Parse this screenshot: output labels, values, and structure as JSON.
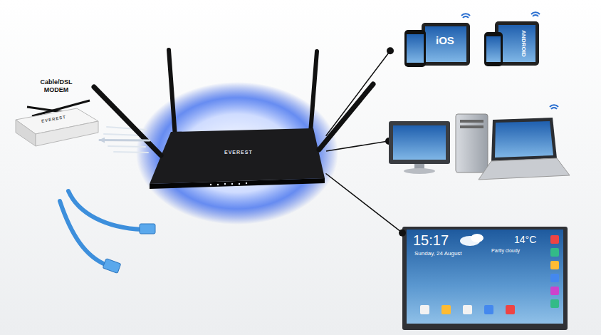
{
  "diagram": {
    "nodes": [
      {
        "text": [
          "Cable/DSL MODEM",
          "EVEREST"
        ]
      },
      {
        "text": [
          "EVEREST"
        ]
      },
      {
        "text": [
          "iOS"
        ]
      },
      {
        "text": [
          "ANDROID"
        ]
      },
      {
        "text": [
          "15:17",
          "Sunday, 24 August",
          "14°C",
          "Partly cloudy"
        ]
      }
    ],
    "edges": [
      {
        "from": 1,
        "to": 0,
        "arrow": "to"
      },
      {
        "from": 1,
        "to": 2,
        "arrow": "none"
      },
      {
        "from": 1,
        "to": 4,
        "arrow": "none"
      }
    ]
  }
}
